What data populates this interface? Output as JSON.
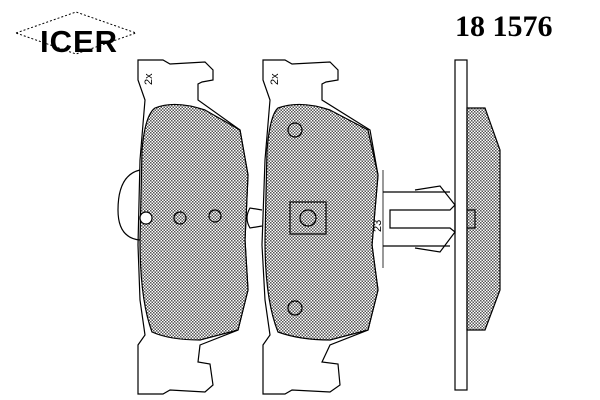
{
  "brand": {
    "logo_text": "ICER"
  },
  "part_number": "18 1576",
  "drawing": {
    "quantity_label_left": "2x",
    "quantity_label_right": "2x",
    "dimension_label": "23"
  },
  "colors": {
    "line": "#000000",
    "background": "#ffffff"
  }
}
